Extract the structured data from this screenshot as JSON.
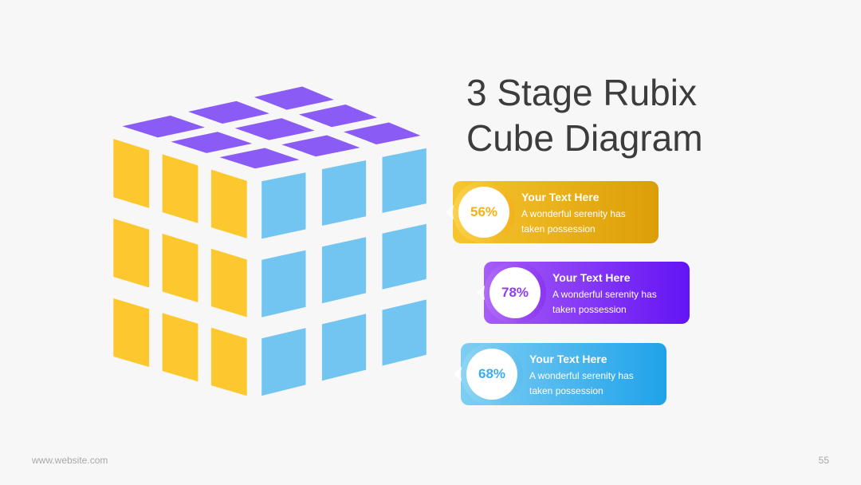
{
  "slide": {
    "title_line1": "3 Stage Rubix",
    "title_line2": "Cube Diagram",
    "footer_website": "www.website.com",
    "page_number": "55"
  },
  "stages": [
    {
      "percent": "56%",
      "heading": "Your Text Here",
      "description": "A wonderful serenity has taken possession",
      "color": "#f3b21c"
    },
    {
      "percent": "78%",
      "heading": "Your Text Here",
      "description": "A wonderful serenity has taken possession",
      "color": "#8d3cf2"
    },
    {
      "percent": "68%",
      "heading": "Your Text Here",
      "description": "A wonderful serenity has taken possession",
      "color": "#3aaee8"
    }
  ],
  "colors": {
    "cube_top": "#8a5cf5",
    "cube_left": "#fdc72e",
    "cube_right": "#72c5f1",
    "title": "#3c3c3c"
  }
}
